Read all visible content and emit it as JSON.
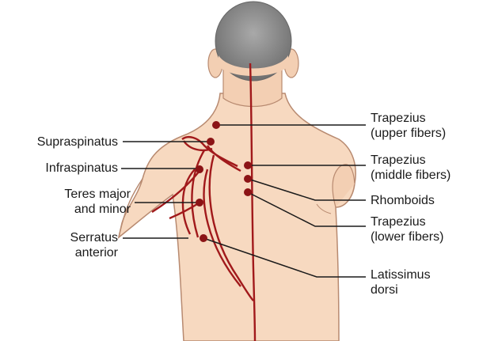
{
  "labels": {
    "supraspinatus": [
      "Supraspinatus"
    ],
    "infraspinatus": [
      "Infraspinatus"
    ],
    "teres": [
      "Teres major",
      "and minor"
    ],
    "serratus": [
      "Serratus",
      "anterior"
    ],
    "trap_upper": [
      "Trapezius",
      "(upper fibers)"
    ],
    "trap_middle": [
      "Trapezius",
      "(middle fibers)"
    ],
    "rhomboids": [
      "Rhomboids"
    ],
    "trap_lower": [
      "Trapezius",
      "(lower fibers)"
    ],
    "latissimus": [
      "Latissimus",
      "dorsi"
    ]
  },
  "colors": {
    "skin": "#f7d9c0",
    "skin_shade": "#e9b998",
    "outline": "#9a6b52",
    "hair": "#8a8a8a",
    "nerve": "#a1191b",
    "dot": "#8b1416",
    "leader": "#1a1a1a"
  }
}
